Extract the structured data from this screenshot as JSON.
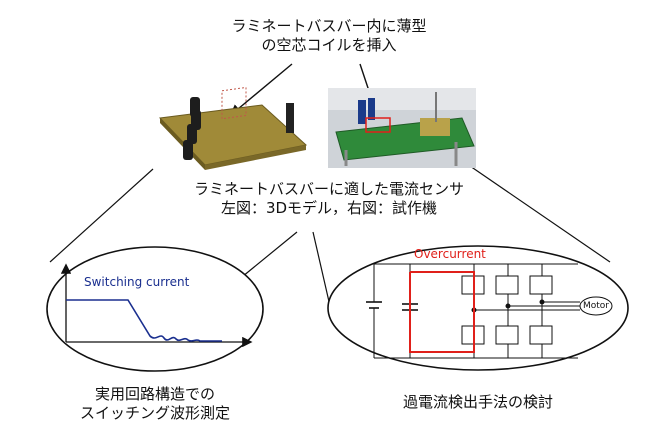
{
  "top_caption": {
    "line1": "ラミネートバスバー内に薄型",
    "line2": "の空芯コイルを挿入"
  },
  "center_caption": {
    "line1": "ラミネートバスバーに適した電流センサ",
    "line2": "左図：3Dモデル，右図：試作機"
  },
  "left_panel": {
    "waveform_label": "Switching current",
    "caption_line1": "実用回路構造での",
    "caption_line2": "スイッチング波形測定"
  },
  "right_panel": {
    "overcurrent_label": "Overcurrent",
    "motor_label": "Motor",
    "caption": "過電流検出手法の検討"
  },
  "colors": {
    "waveform": "#1a2f8f",
    "overcurrent": "#e0201a",
    "pcb_3d": "#a08a38",
    "pcb_photo": "#2f8a3a"
  }
}
